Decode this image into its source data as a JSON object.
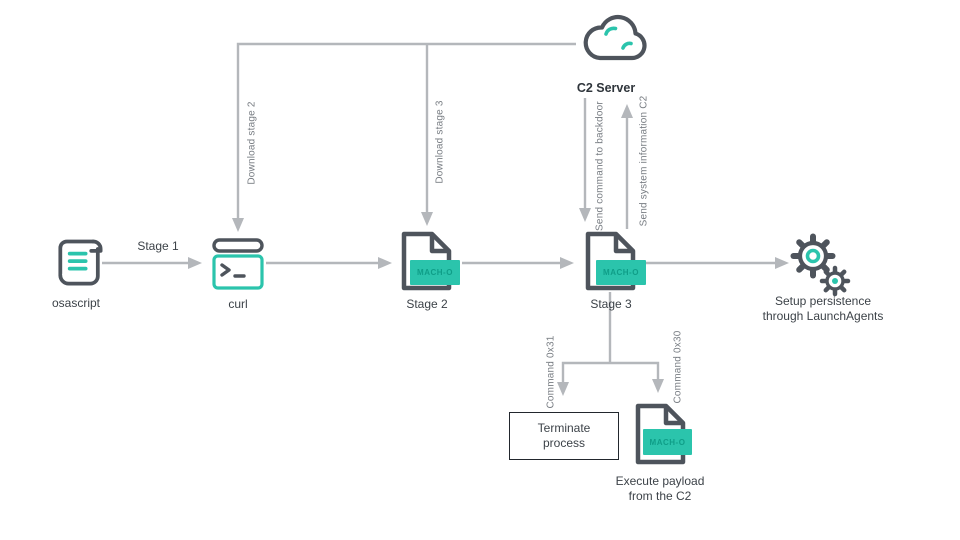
{
  "colors": {
    "background": "#ffffff",
    "accent": "#2bc4ac",
    "line": "#b4b7bb",
    "icon_stroke": "#4e545c",
    "text": "#3c4248",
    "muted_text": "#787d83",
    "badge_text": "#0f9e88",
    "box_border": "#22272d"
  },
  "nodes": {
    "osascript": {
      "label": "osascript",
      "icon": "scroll-icon"
    },
    "curl": {
      "label": "curl",
      "icon": "terminal-icon"
    },
    "stage2": {
      "label": "Stage 2",
      "badge": "MACH-O",
      "icon": "macho-file-icon"
    },
    "stage3": {
      "label": "Stage 3",
      "badge": "MACH-O",
      "icon": "macho-file-icon"
    },
    "c2_server": {
      "label": "C2 Server",
      "icon": "cloud-icon"
    },
    "persistence": {
      "label_lines": [
        "Setup persistence",
        "through LaunchAgents"
      ],
      "icon": "gears-icon"
    },
    "terminate_process": {
      "label_lines": [
        "Terminate",
        "process"
      ]
    },
    "execute_payload": {
      "label_lines": [
        "Execute payload",
        "from the C2"
      ],
      "badge": "MACH-O",
      "icon": "macho-file-icon"
    }
  },
  "edges": {
    "stage1": {
      "label": "Stage 1",
      "from": "osascript",
      "to": "curl"
    },
    "download_stage2": {
      "label": "Download stage 2",
      "from": "c2_server",
      "to": "curl"
    },
    "download_stage3": {
      "label": "Download stage 3",
      "from": "c2_server",
      "to": "stage2"
    },
    "curl_to_stage2": {
      "from": "curl",
      "to": "stage2"
    },
    "stage2_to_stage3": {
      "from": "stage2",
      "to": "stage3"
    },
    "send_command": {
      "label": "Send command to backdoor",
      "from": "c2_server",
      "to": "stage3"
    },
    "send_sysinfo": {
      "label": "Send system information C2",
      "from": "stage3",
      "to": "c2_server"
    },
    "stage3_to_persistence": {
      "from": "stage3",
      "to": "persistence"
    },
    "command_0x31": {
      "label": "Command 0x31",
      "from": "stage3",
      "to": "terminate_process"
    },
    "command_0x30": {
      "label": "Command 0x30",
      "from": "stage3",
      "to": "execute_payload"
    }
  }
}
